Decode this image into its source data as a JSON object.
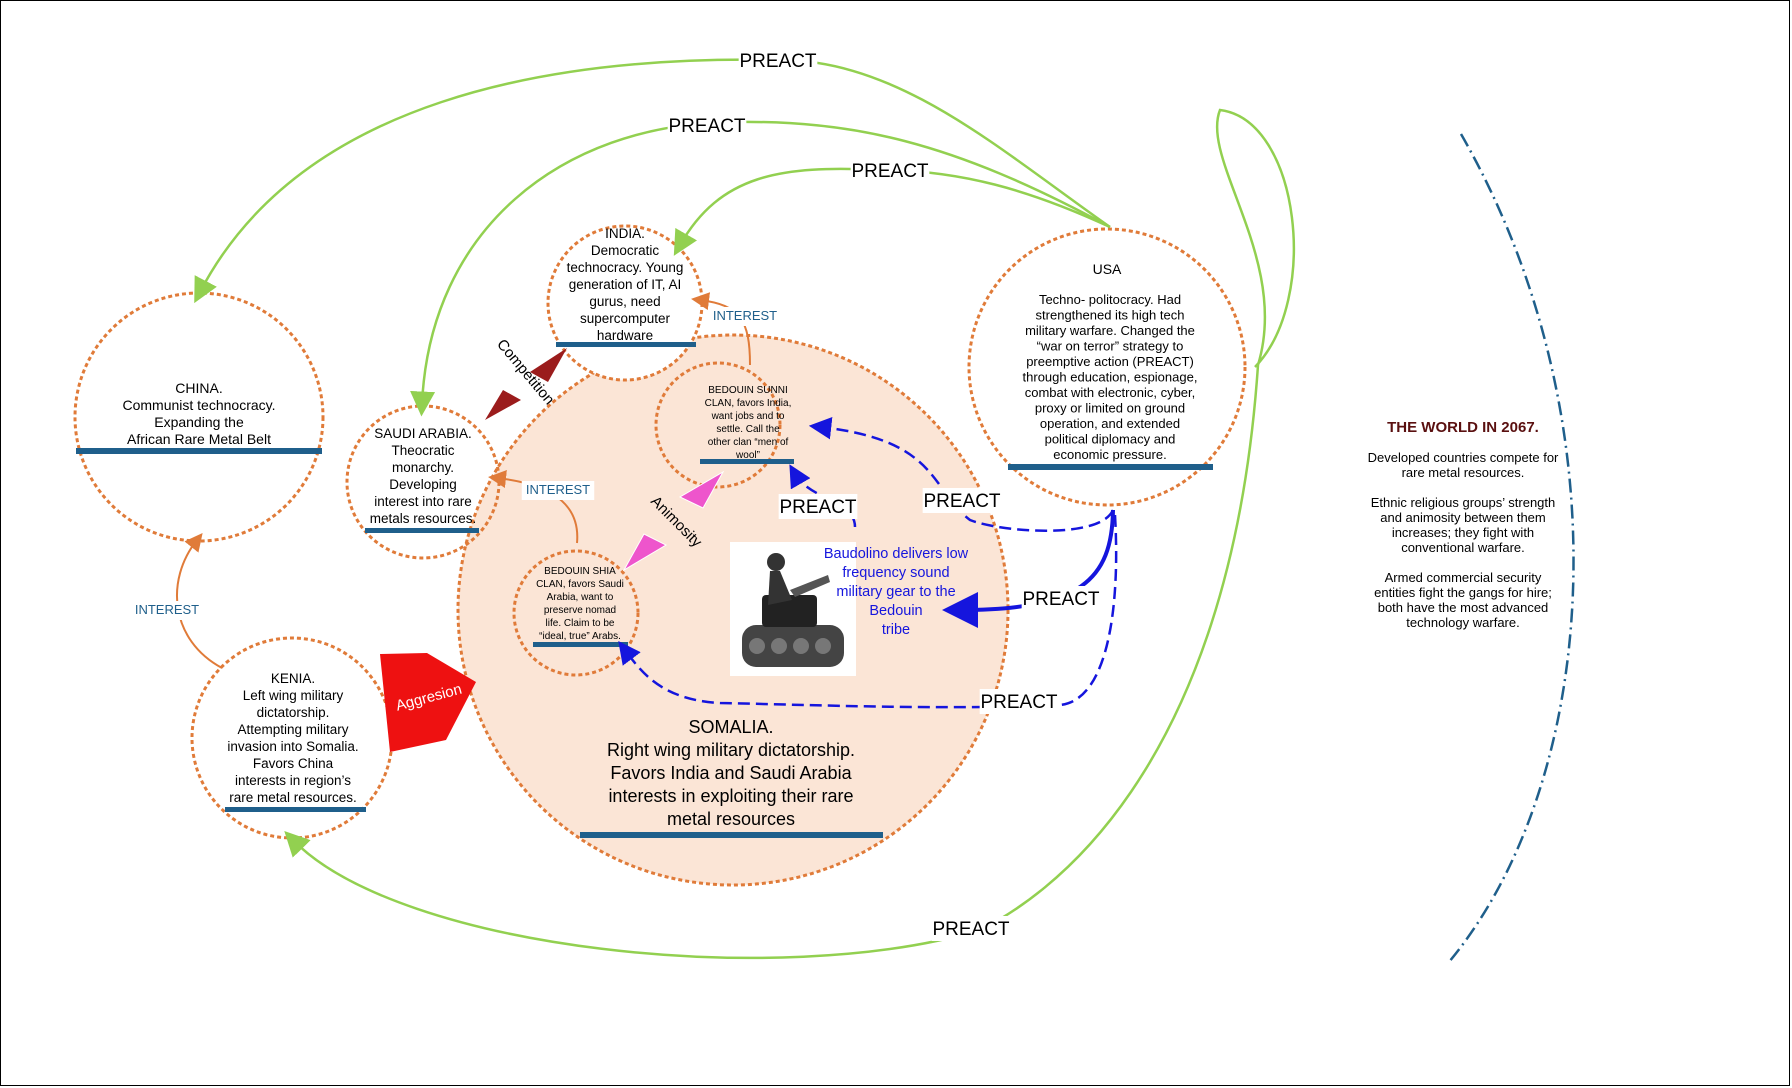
{
  "colors": {
    "preact_green": "#92d050",
    "orange": "#e07b39",
    "somalia_fill": "#fbe5d6",
    "bar_blue": "#1f5f8b",
    "dark_red": "#9b1c1c",
    "red": "#ee1111",
    "magenta": "#ee55cc",
    "blue": "#1515dd",
    "title_red": "#5a1010"
  },
  "nodes": {
    "china": {
      "lines": [
        "CHINA.",
        "Communist technocracy.",
        "Expanding the",
        "African Rare Metal Belt"
      ]
    },
    "india": {
      "lines": [
        "INDIA.",
        "Democratic",
        "technocracy. Young",
        "generation of IT, AI",
        "gurus, need",
        "supercomputer",
        "hardware"
      ]
    },
    "saudi": {
      "lines": [
        "SAUDI ARABIA.",
        "Theocratic",
        "monarchy.",
        "Developing",
        "interest into rare",
        "metals resources."
      ]
    },
    "kenia": {
      "lines": [
        "KENIA.",
        "Left wing military",
        "dictatorship.",
        "Attempting military",
        "invasion into Somalia.",
        "Favors China",
        "interests in region’s",
        "rare metal resources."
      ]
    },
    "usa": {
      "title": "USA",
      "lines": [
        "Techno- politocracy. Had",
        "strengthened its high tech",
        "military warfare. Changed the",
        "“war on terror” strategy to",
        "preemptive action (PREACT)",
        "through education, espionage,",
        "combat with electronic, cyber,",
        "proxy or limited on ground",
        "operation, and extended",
        "political diplomacy and",
        "economic pressure."
      ]
    },
    "somalia": {
      "lines": [
        "SOMALIA.",
        "Right  wing military dictatorship.",
        "Favors India and Saudi Arabia",
        "interests in exploiting their rare",
        "metal resources"
      ]
    },
    "sunni": {
      "lines": [
        "BEDOUIN SUNNI",
        "CLAN, favors India,",
        "want jobs and to",
        "settle. Call the",
        "other clan “men of",
        "wool”"
      ]
    },
    "shia": {
      "lines": [
        "BEDOUIN SHIA",
        "CLAN, favors Saudi",
        "Arabia, want to",
        "preserve nomad",
        "life. Claim to be",
        "“ideal, true” Arabs."
      ]
    }
  },
  "edge_labels": {
    "preact": "PREACT",
    "interest": "INTEREST",
    "competition": "Competition",
    "animosity": "Animosity",
    "aggresion": "Aggresion"
  },
  "baudolino": {
    "lines": [
      "Baudolino delivers low",
      "frequency sound",
      "military gear to the",
      "Bedouin",
      "tribe"
    ],
    "image_icon": "robot-on-tracks-icon"
  },
  "sidebar": {
    "title": "THE WORLD IN 2067.",
    "paragraphs": [
      [
        "Developed countries compete for",
        "rare metal resources."
      ],
      [
        "Ethnic religious groups’ strength",
        "and animosity between them",
        "increases; they fight with",
        "conventional warfare."
      ],
      [
        "Armed commercial security",
        "entities fight the gangs for hire;",
        "both have the most  advanced",
        "technology warfare."
      ]
    ]
  }
}
